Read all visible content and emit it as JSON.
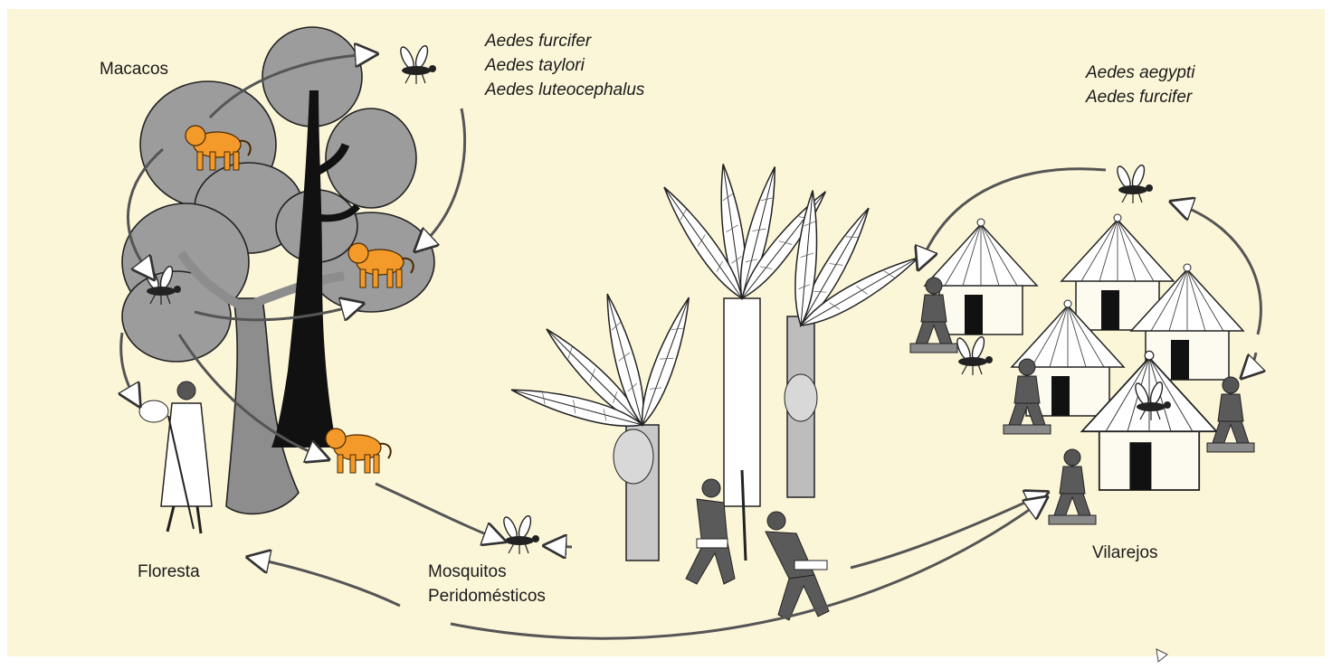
{
  "colors": {
    "background": "#fcf6d9",
    "canopy": "#9c9c9c",
    "trunk_dark": "#111111",
    "trunk_gray": "#8d8d8d",
    "monkey": "#f39a2a",
    "outline": "#222222"
  },
  "labels": {
    "monkeys": "Macacos",
    "forest": "Floresta",
    "domestic_mosquitoes_line1": "Mosquitos",
    "domestic_mosquitoes_line2": "Peridomésticos",
    "villages": "Vilarejos"
  },
  "forest_species": [
    "Aedes furcifer",
    "Aedes taylori",
    "Aedes luteocephalus"
  ],
  "village_species": [
    "Aedes aegypti",
    "Aedes furcifer"
  ],
  "icons": [
    "tree-icon",
    "monkey-icon",
    "mosquito-icon",
    "banana-plant-icon",
    "hut-icon",
    "person-icon",
    "arrow-icon"
  ]
}
